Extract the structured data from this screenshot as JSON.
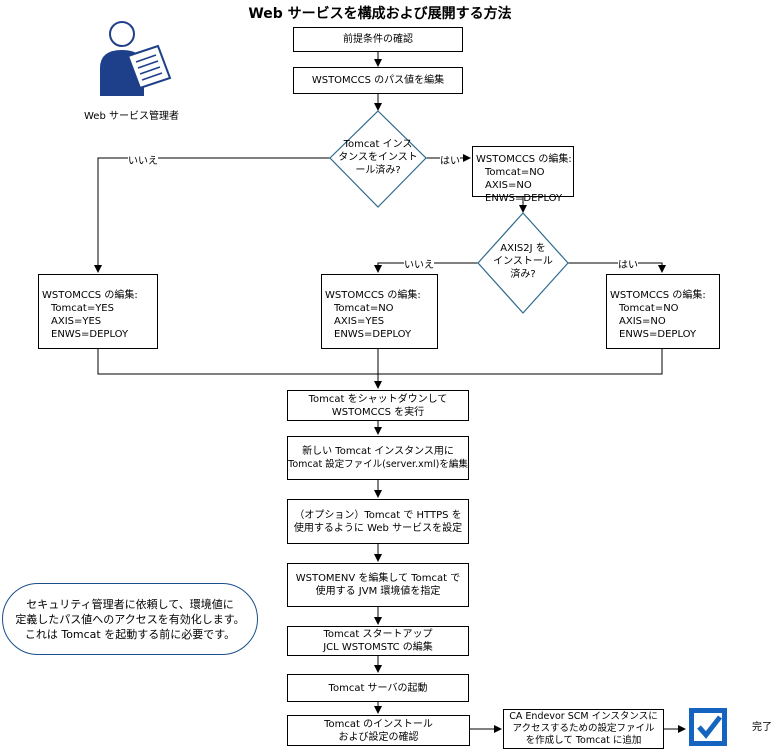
{
  "title": "Web サービスを構成および展開する方法",
  "role": {
    "label": "Web サービス管理者"
  },
  "steps": {
    "prereq": "前提条件の確認",
    "edit_path": "WSTOMCCS のパス値を編集",
    "shutdown": [
      "Tomcat をシャットダウンして",
      "WSTOMCCS を実行"
    ],
    "edit_config": [
      "新しい Tomcat インスタンス用に",
      "Tomcat 設定ファイル(server.xml)を編集"
    ],
    "https": [
      "（オプション）Tomcat で HTTPS を",
      "使用するように Web サービスを設定"
    ],
    "wstomenv": [
      "WSTOMENV を編集して Tomcat で",
      "使用する JVM 環境値を指定"
    ],
    "startup_jcl": [
      "Tomcat スタートアップ",
      "JCL WSTOMSTC の編集"
    ],
    "start_server": "Tomcat サーバの起動",
    "verify": [
      "Tomcat のインストール",
      "および設定の確認"
    ],
    "add_config": [
      "CA Endevor SCM インスタンスに",
      "アクセスするための設定ファイル",
      "を作成して Tomcat に追加"
    ],
    "done": "完了"
  },
  "decisions": {
    "tomcat_installed": [
      "Tomcat インス",
      "タンスをインスト",
      "ール済み?"
    ],
    "axis2_installed": [
      "AXIS2J を",
      "インストール",
      "済み?"
    ]
  },
  "edit_boxes": {
    "tomcat_yes": {
      "title": "WSTOMCCS の編集:",
      "lines": [
        "Tomcat=NO",
        "AXIS=NO",
        "ENWS=DEPLOY"
      ]
    },
    "tomcat_no": {
      "title": "WSTOMCCS の編集:",
      "lines": [
        "Tomcat=YES",
        "AXIS=YES",
        "ENWS=DEPLOY"
      ]
    },
    "axis_no": {
      "title": "WSTOMCCS の編集:",
      "lines": [
        "Tomcat=NO",
        "AXIS=YES",
        "ENWS=DEPLOY"
      ]
    },
    "axis_yes": {
      "title": "WSTOMCCS の編集:",
      "lines": [
        "Tomcat=NO",
        "AXIS=NO",
        "ENWS=DEPLOY"
      ]
    }
  },
  "labels": {
    "no": "いいえ",
    "yes": "はい"
  },
  "note": [
    "セキュリティ管理者に依頼して、環境値に",
    "定義したパス値へのアクセスを有効化します。",
    "これは Tomcat を起動する前に必要です。"
  ],
  "colors": {
    "diamond_stroke": "#2e6a8e",
    "note_stroke": "#1a4e8a",
    "icon_blue": "#1e3f8a",
    "check_blue": "#1565c0"
  }
}
